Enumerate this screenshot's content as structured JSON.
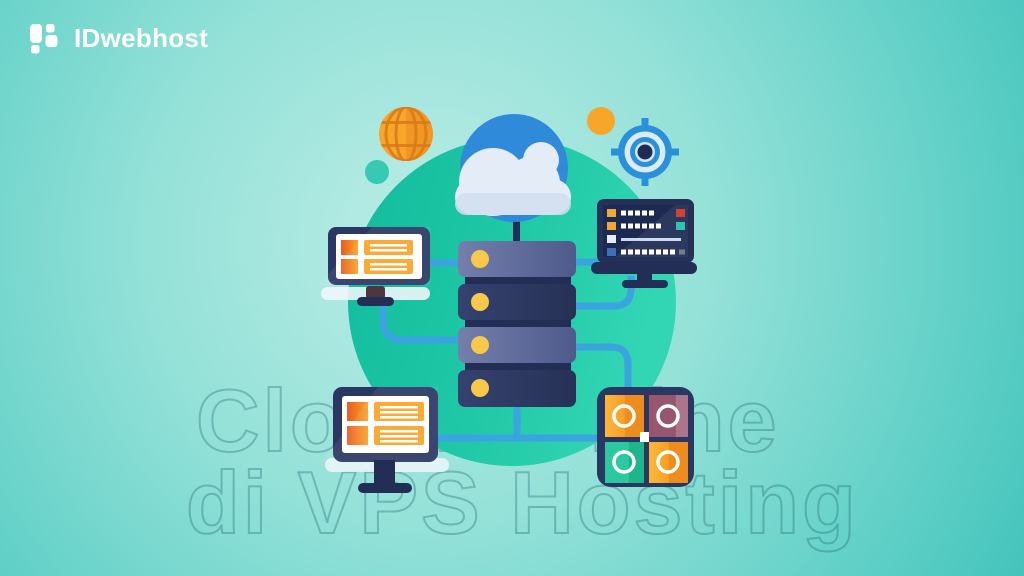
{
  "brand": {
    "name": "IDwebhost"
  },
  "watermark": {
    "line1": "Cloud Online",
    "line2": "di VPS Hosting"
  },
  "illustration": {
    "theme": "cloud-vps-hosting-network-diagram",
    "icons": [
      "idwebhost-blocks-icon",
      "cloud-icon",
      "globe-icon",
      "target-icon",
      "server-stack-icon",
      "monitor-top-left-icon",
      "monitor-bottom-left-icon",
      "code-monitor-icon",
      "app-grid-icon",
      "yellow-dot",
      "teal-dot",
      "connection-lines"
    ]
  },
  "palette": {
    "background_teal_light": "#bcede6",
    "background_teal": "#35bdb6",
    "circle_teal": "#1fc8a6",
    "navy": "#2b3763",
    "navy_dark": "#232e56",
    "slate": "#5f6c9b",
    "line_blue": "#3aa3e0",
    "cloud_blue": "#2f8ad9",
    "cloud_white": "#e3ecf7",
    "orange": "#f9a326",
    "orange_deep": "#ea5c20",
    "yellow": "#f8c84a",
    "red": "#d5402f",
    "green": "#2cc9a0",
    "mauve": "#96566e",
    "target_blue": "#2a90da",
    "logo_white": "#ffffff"
  }
}
